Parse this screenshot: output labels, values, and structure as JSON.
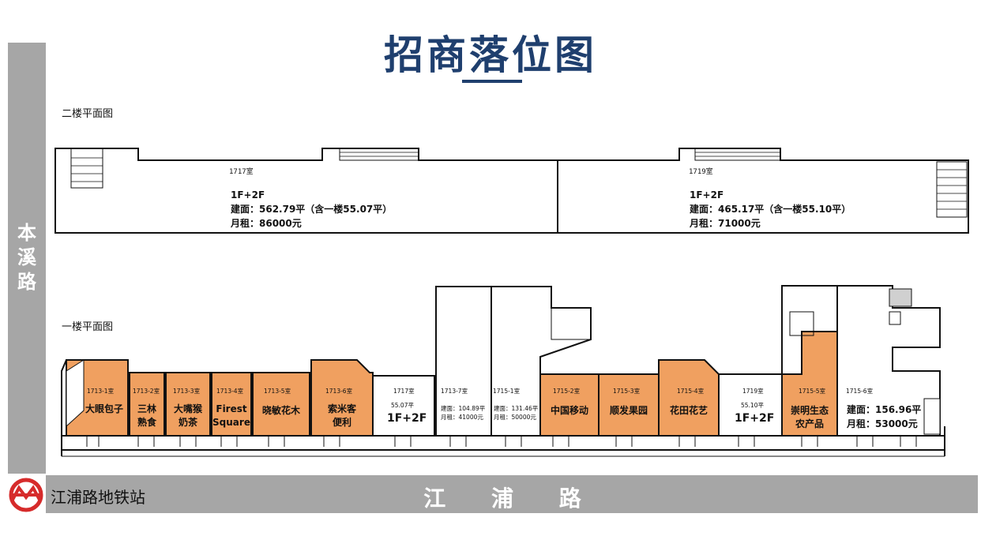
{
  "title": "招商落位图",
  "left_road": "本溪路",
  "bottom_road": "江 浦 路",
  "metro_station": "江浦路地铁站",
  "colors": {
    "title": "#1f3f6e",
    "road": "#a6a6a6",
    "shop_leased": "#f0a060",
    "shop_vacant": "#ffffff",
    "outline": "#111111"
  },
  "upper_floor": {
    "label": "二楼平面图",
    "units": [
      {
        "room": "1717室",
        "floors": "1F+2F",
        "area": "建面：562.79平（含一楼55.07平）",
        "rent": "月租：86000元"
      },
      {
        "room": "1719室",
        "floors": "1F+2F",
        "area": "建面：465.17平（含一楼55.10平）",
        "rent": "月租：71000元"
      }
    ]
  },
  "lower_floor": {
    "label": "一楼平面图",
    "shops": [
      {
        "room": "1713-1室",
        "name": "大眼包子",
        "status": "leased"
      },
      {
        "room": "1713-2室",
        "name": "三林\n熟食",
        "status": "leased"
      },
      {
        "room": "1713-3室",
        "name": "大嘴猴\n奶茶",
        "status": "leased"
      },
      {
        "room": "1713-4室",
        "name": "Firest\nSquare",
        "status": "leased"
      },
      {
        "room": "1713-5室",
        "name": "晓敏花木",
        "status": "leased"
      },
      {
        "room": "1713-6室",
        "name": "索米客\n便利",
        "status": "leased"
      },
      {
        "room": "1717室",
        "area": "55.07平",
        "floors": "1F+2F",
        "status": "vacant"
      },
      {
        "room": "1713-7室",
        "area": "建面：104.89平",
        "rent": "月租：41000元",
        "status": "vacant"
      },
      {
        "room": "1715-1室",
        "area": "建面：131.46平",
        "rent": "月租：50000元",
        "status": "vacant"
      },
      {
        "room": "1715-2室",
        "name": "中国移动",
        "status": "leased"
      },
      {
        "room": "1715-3室",
        "name": "顺发果园",
        "status": "leased"
      },
      {
        "room": "1715-4室",
        "name": "花田花艺",
        "status": "leased"
      },
      {
        "room": "1719室",
        "area": "55.10平",
        "floors": "1F+2F",
        "status": "vacant"
      },
      {
        "room": "1715-5室",
        "name": "崇明生态\n农产品",
        "status": "leased"
      },
      {
        "room": "1715-6室",
        "area": "建面：156.96平",
        "rent": "月租：53000元",
        "status": "vacant"
      }
    ]
  }
}
